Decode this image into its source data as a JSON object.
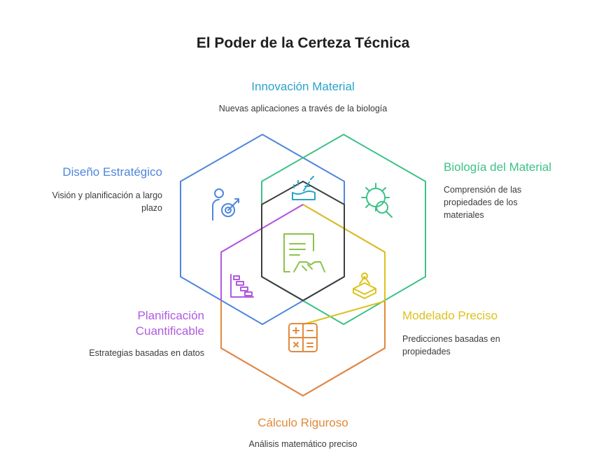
{
  "title": "El Poder de la Certeza Técnica",
  "colors": {
    "blue": "#4f86dc",
    "green": "#3cc287",
    "purple": "#b15be0",
    "yellow": "#dcc21e",
    "orange": "#e08a3c",
    "teal": "#2aa3c8",
    "center": "#3d3d3d",
    "icon_green": "#8cc34a"
  },
  "nodes": [
    {
      "id": "innovacion",
      "label": "Innovación Material",
      "desc": "Nuevas aplicaciones a través de la biología",
      "icon": "water-wave-icon",
      "color": "#2aa3c8"
    },
    {
      "id": "biologia",
      "label": "Biología del Material",
      "desc": "Comprensión de las propiedades de los materiales",
      "icon": "microbe-magnifier-icon",
      "color": "#3cc287"
    },
    {
      "id": "modelado",
      "label": "Modelado Preciso",
      "desc": "Predicciones basadas en propiedades",
      "icon": "3d-model-icon",
      "color": "#dcc21e"
    },
    {
      "id": "calculo",
      "label": "Cálculo Riguroso",
      "desc": "Análisis matemático preciso",
      "icon": "calculator-icon",
      "color": "#e08a3c"
    },
    {
      "id": "planificacion",
      "label": "Planificación Cuantificable",
      "desc": "Estrategias basadas en datos",
      "icon": "gantt-chart-icon",
      "color": "#b15be0"
    },
    {
      "id": "diseno",
      "label": "Diseño Estratégico",
      "desc": "Visión y planificación a largo plazo",
      "icon": "person-target-icon",
      "color": "#4f86dc"
    }
  ],
  "center_icon": "contract-handshake-icon"
}
